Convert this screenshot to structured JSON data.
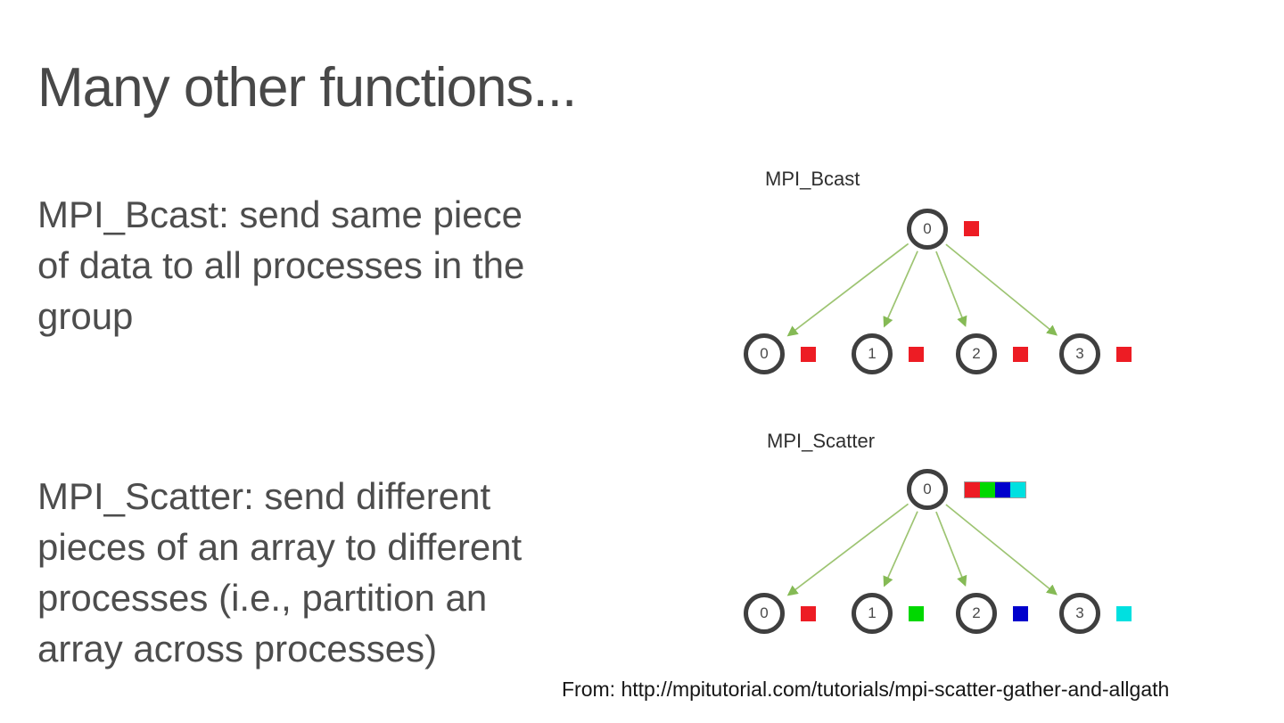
{
  "slide": {
    "title": "Many other functions...",
    "bullets": [
      {
        "text": "MPI_Bcast: send same piece\nof data to all processes in the\ngroup"
      },
      {
        "text": "MPI_Scatter: send different\npieces of an array to different\nprocesses (i.e., partition an\narray across processes)"
      }
    ],
    "attribution": "From: http://mpitutorial.com/tutorials/mpi-scatter-gather-and-allgath"
  },
  "diagrams": {
    "bcast": {
      "label": "MPI_Bcast",
      "root": {
        "label": "0",
        "data": [
          "red"
        ]
      },
      "children": [
        {
          "label": "0",
          "data": [
            "red"
          ]
        },
        {
          "label": "1",
          "data": [
            "red"
          ]
        },
        {
          "label": "2",
          "data": [
            "red"
          ]
        },
        {
          "label": "3",
          "data": [
            "red"
          ]
        }
      ]
    },
    "scatter": {
      "label": "MPI_Scatter",
      "root": {
        "label": "0",
        "data": [
          "red",
          "green",
          "blue",
          "cyan"
        ]
      },
      "children": [
        {
          "label": "0",
          "data": [
            "red"
          ]
        },
        {
          "label": "1",
          "data": [
            "green"
          ]
        },
        {
          "label": "2",
          "data": [
            "blue"
          ]
        },
        {
          "label": "3",
          "data": [
            "cyan"
          ]
        }
      ]
    },
    "colors": {
      "red": "#ed1c24",
      "green": "#00d800",
      "blue": "#0000cc",
      "cyan": "#00e0e0",
      "arrow": "#9dc472",
      "node_border": "#3f3f3f"
    }
  }
}
